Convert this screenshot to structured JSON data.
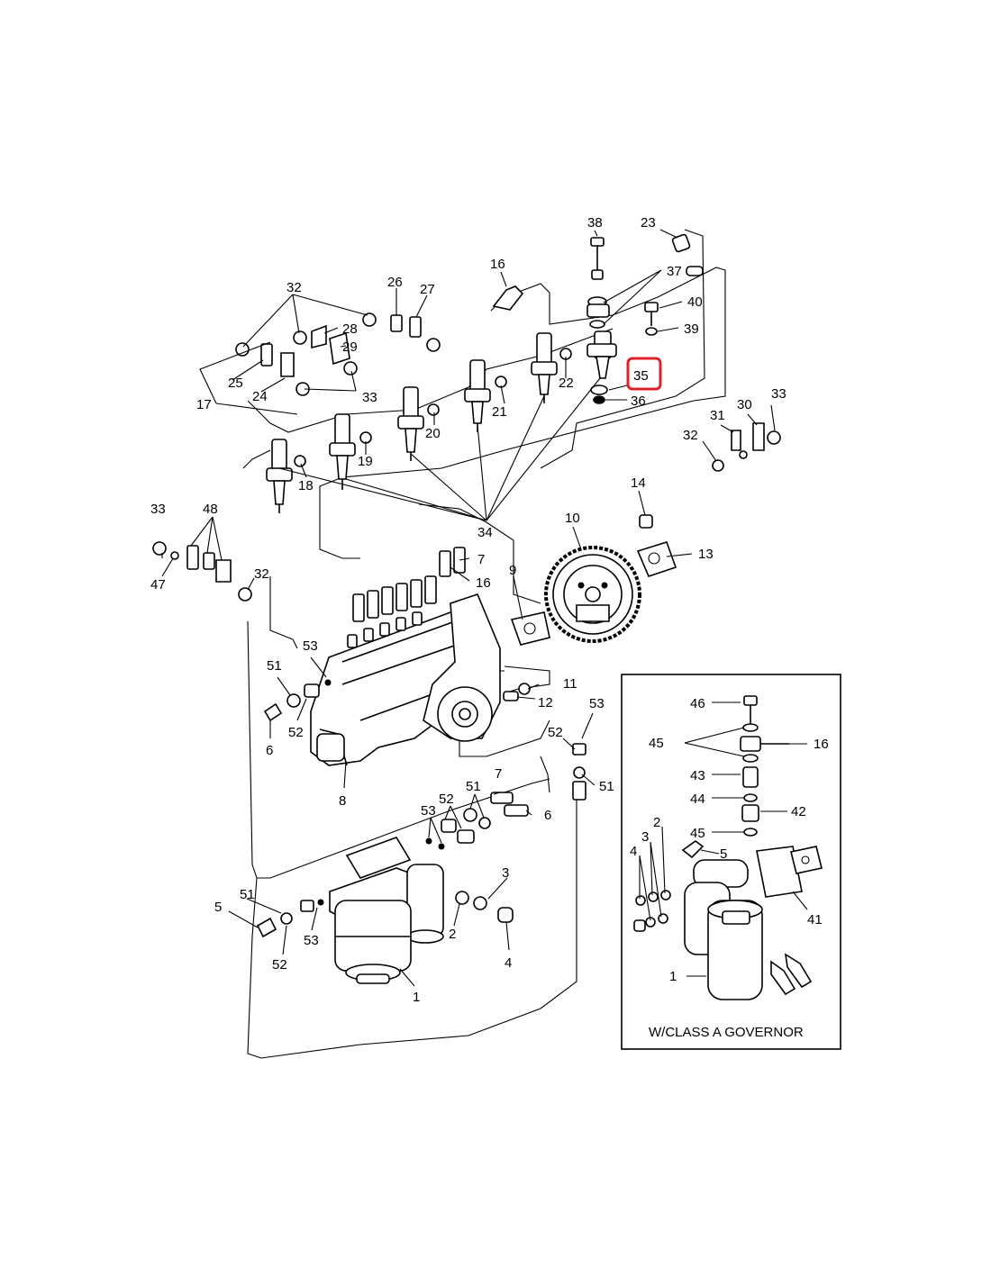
{
  "callouts": {
    "c1": "1",
    "c2": "2",
    "c3": "3",
    "c4": "4",
    "c5": "5",
    "c6": "6",
    "c7": "7",
    "c8": "8",
    "c9": "9",
    "c10": "10",
    "c11": "11",
    "c12": "12",
    "c13": "13",
    "c14": "14",
    "c16": "16",
    "c17": "17",
    "c18": "18",
    "c19": "19",
    "c20": "20",
    "c21": "21",
    "c22": "22",
    "c23": "23",
    "c24": "24",
    "c25": "25",
    "c26": "26",
    "c27": "27",
    "c28": "28",
    "c29": "29",
    "c30": "30",
    "c31": "31",
    "c32": "32",
    "c33": "33",
    "c34": "34",
    "c35": "35",
    "c36": "36",
    "c37": "37",
    "c38": "38",
    "c39": "39",
    "c40": "40",
    "c47": "47",
    "c48": "48",
    "c51": "51",
    "c52": "52",
    "c53": "53"
  },
  "inset": {
    "title": "W/CLASS A GOVERNOR",
    "callouts": {
      "i1": "1",
      "i2": "2",
      "i3": "3",
      "i4": "4",
      "i5": "5",
      "i16": "16",
      "i41": "41",
      "i42": "42",
      "i43": "43",
      "i44": "44",
      "i45": "45",
      "i46": "46"
    }
  },
  "highlight": {
    "label": "35",
    "color": "#e0202a"
  }
}
